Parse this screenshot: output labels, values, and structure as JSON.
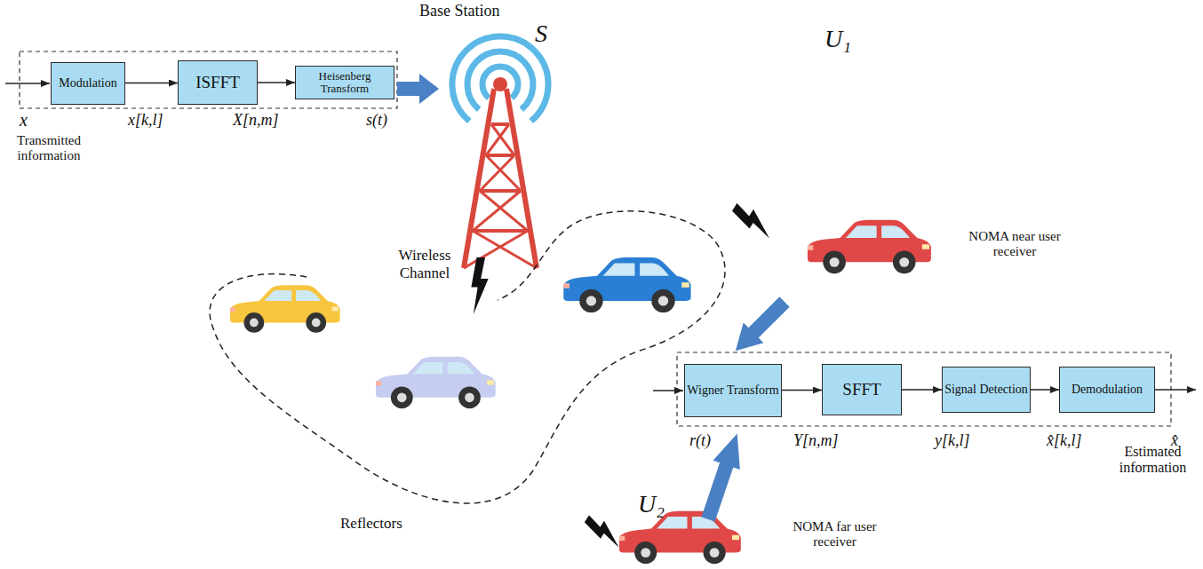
{
  "diagram": {
    "nodes": [
      {
        "text": [
          "Modulation"
        ]
      },
      {
        "text": [
          "ISFFT"
        ]
      },
      {
        "text": [
          "Heisenberg Transform"
        ]
      },
      {
        "text": [
          "Wigner Transform"
        ]
      },
      {
        "text": [
          "SFFT"
        ]
      },
      {
        "text": [
          "Signal Detection"
        ]
      },
      {
        "text": [
          "Demodulation"
        ]
      }
    ],
    "edges": [
      {
        "from": 0,
        "to": 1,
        "arrow": "to"
      },
      {
        "from": 1,
        "to": 2,
        "arrow": "to"
      },
      {
        "from": 3,
        "to": 4,
        "arrow": "to"
      },
      {
        "from": 4,
        "to": 5,
        "arrow": "to"
      },
      {
        "from": 5,
        "to": 6,
        "arrow": "to"
      }
    ],
    "labels": [
      "Base Station",
      "S",
      "x",
      "Transmitted information",
      "x[k,l]",
      "X[n,m]",
      "s(t)",
      "Wireless Channel",
      "U₁",
      "NOMA near user receiver",
      "Reflectors",
      "r(t)",
      "Y[n,m]",
      "y[k,l]",
      "x̂[k,l]",
      "x̂",
      "Estimated information",
      "U₂",
      "NOMA far user receiver"
    ]
  }
}
